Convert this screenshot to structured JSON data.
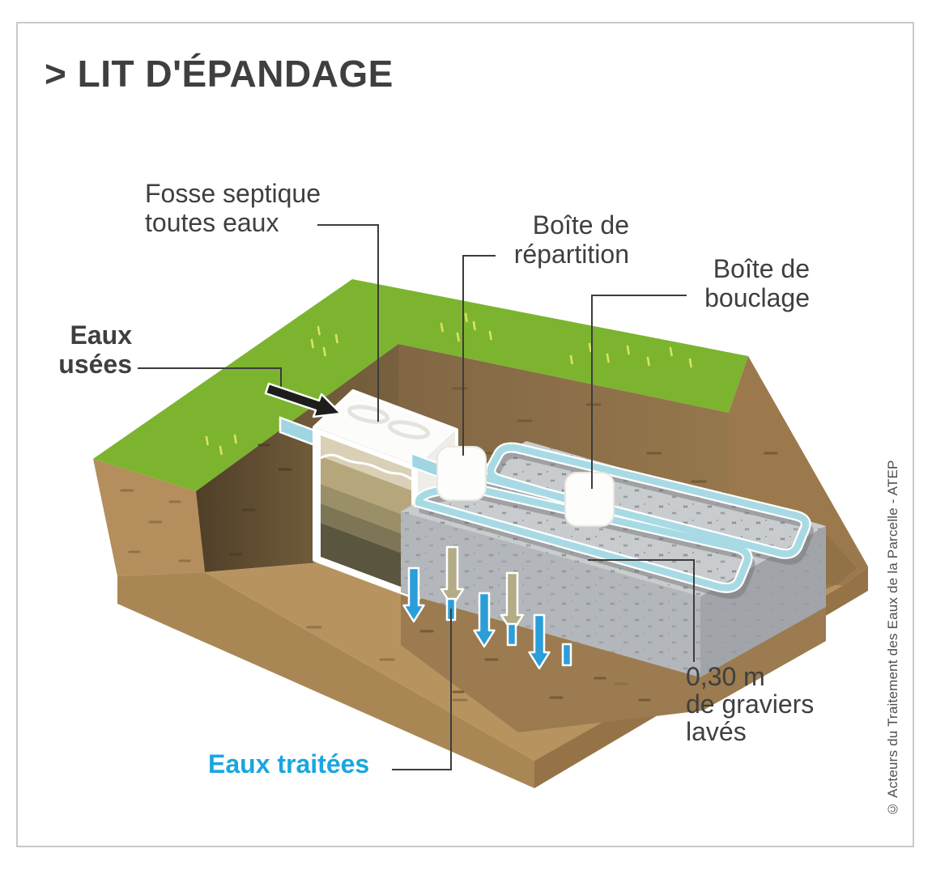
{
  "title": "> LIT D'ÉPANDAGE",
  "labels": {
    "fosse": {
      "line1": "Fosse septique",
      "line2": "toutes eaux"
    },
    "repartition": {
      "line1": "Boîte de",
      "line2": "répartition"
    },
    "bouclage": {
      "line1": "Boîte de",
      "line2": "bouclage"
    },
    "eaux_usees": {
      "line1": "Eaux",
      "line2": "usées"
    },
    "eaux_traitees": "Eaux traitées",
    "graviers": {
      "line1": "0,30 m",
      "line2": "de graviers",
      "line3": "lavés"
    }
  },
  "credit": "© Acteurs du Traitement des Eaux de la Parcelle - ATEP",
  "colors": {
    "text": "#3f3f3f",
    "treated_water_text": "#19a6e1",
    "grass": "#7cb42f",
    "soil_light": "#b48e5c",
    "soil_dark": "#6e5939",
    "soil_wall": "#8b6e46",
    "pit_floor": "#b7935f",
    "gravel": "#c9cccf",
    "pipe": "#a8dae5",
    "wastewater_arrow": "#1d1d1b",
    "treated_arrow": "#2b9ed9",
    "percolation_arrow": "#b4ac87",
    "frame": "#c9c9c9"
  }
}
